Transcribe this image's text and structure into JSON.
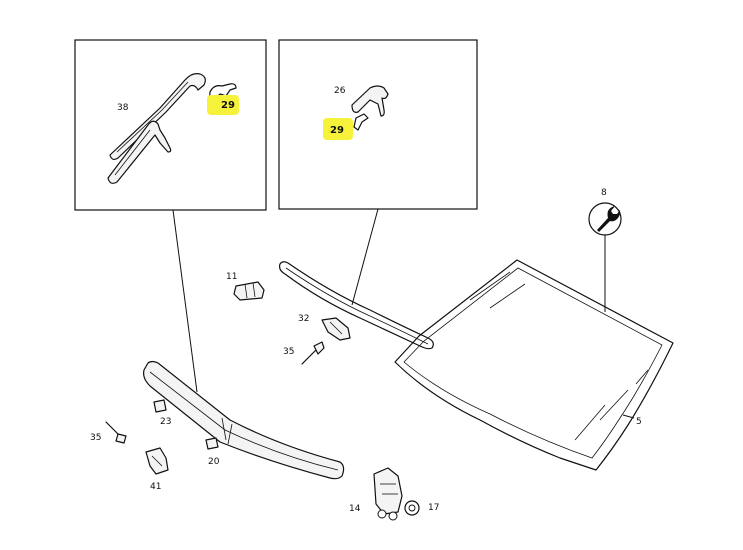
{
  "diagram": {
    "title": "Windshield and moldings exploded view",
    "callouts": {
      "inset_left_38": "38",
      "inset_left_29": "29",
      "inset_right_26": "26",
      "inset_right_29": "29",
      "p8": "8",
      "p11": "11",
      "p32": "32",
      "p35a": "35",
      "p35b": "35",
      "p23": "23",
      "p20": "20",
      "p41": "41",
      "p14": "14",
      "p17": "17",
      "p5": "5"
    },
    "highlighted_parts": [
      "29"
    ],
    "colors": {
      "highlight": "#f6f23a",
      "line": "#111111",
      "background": "#ffffff"
    },
    "icons": {
      "service_symbol": "wrench-icon"
    }
  }
}
